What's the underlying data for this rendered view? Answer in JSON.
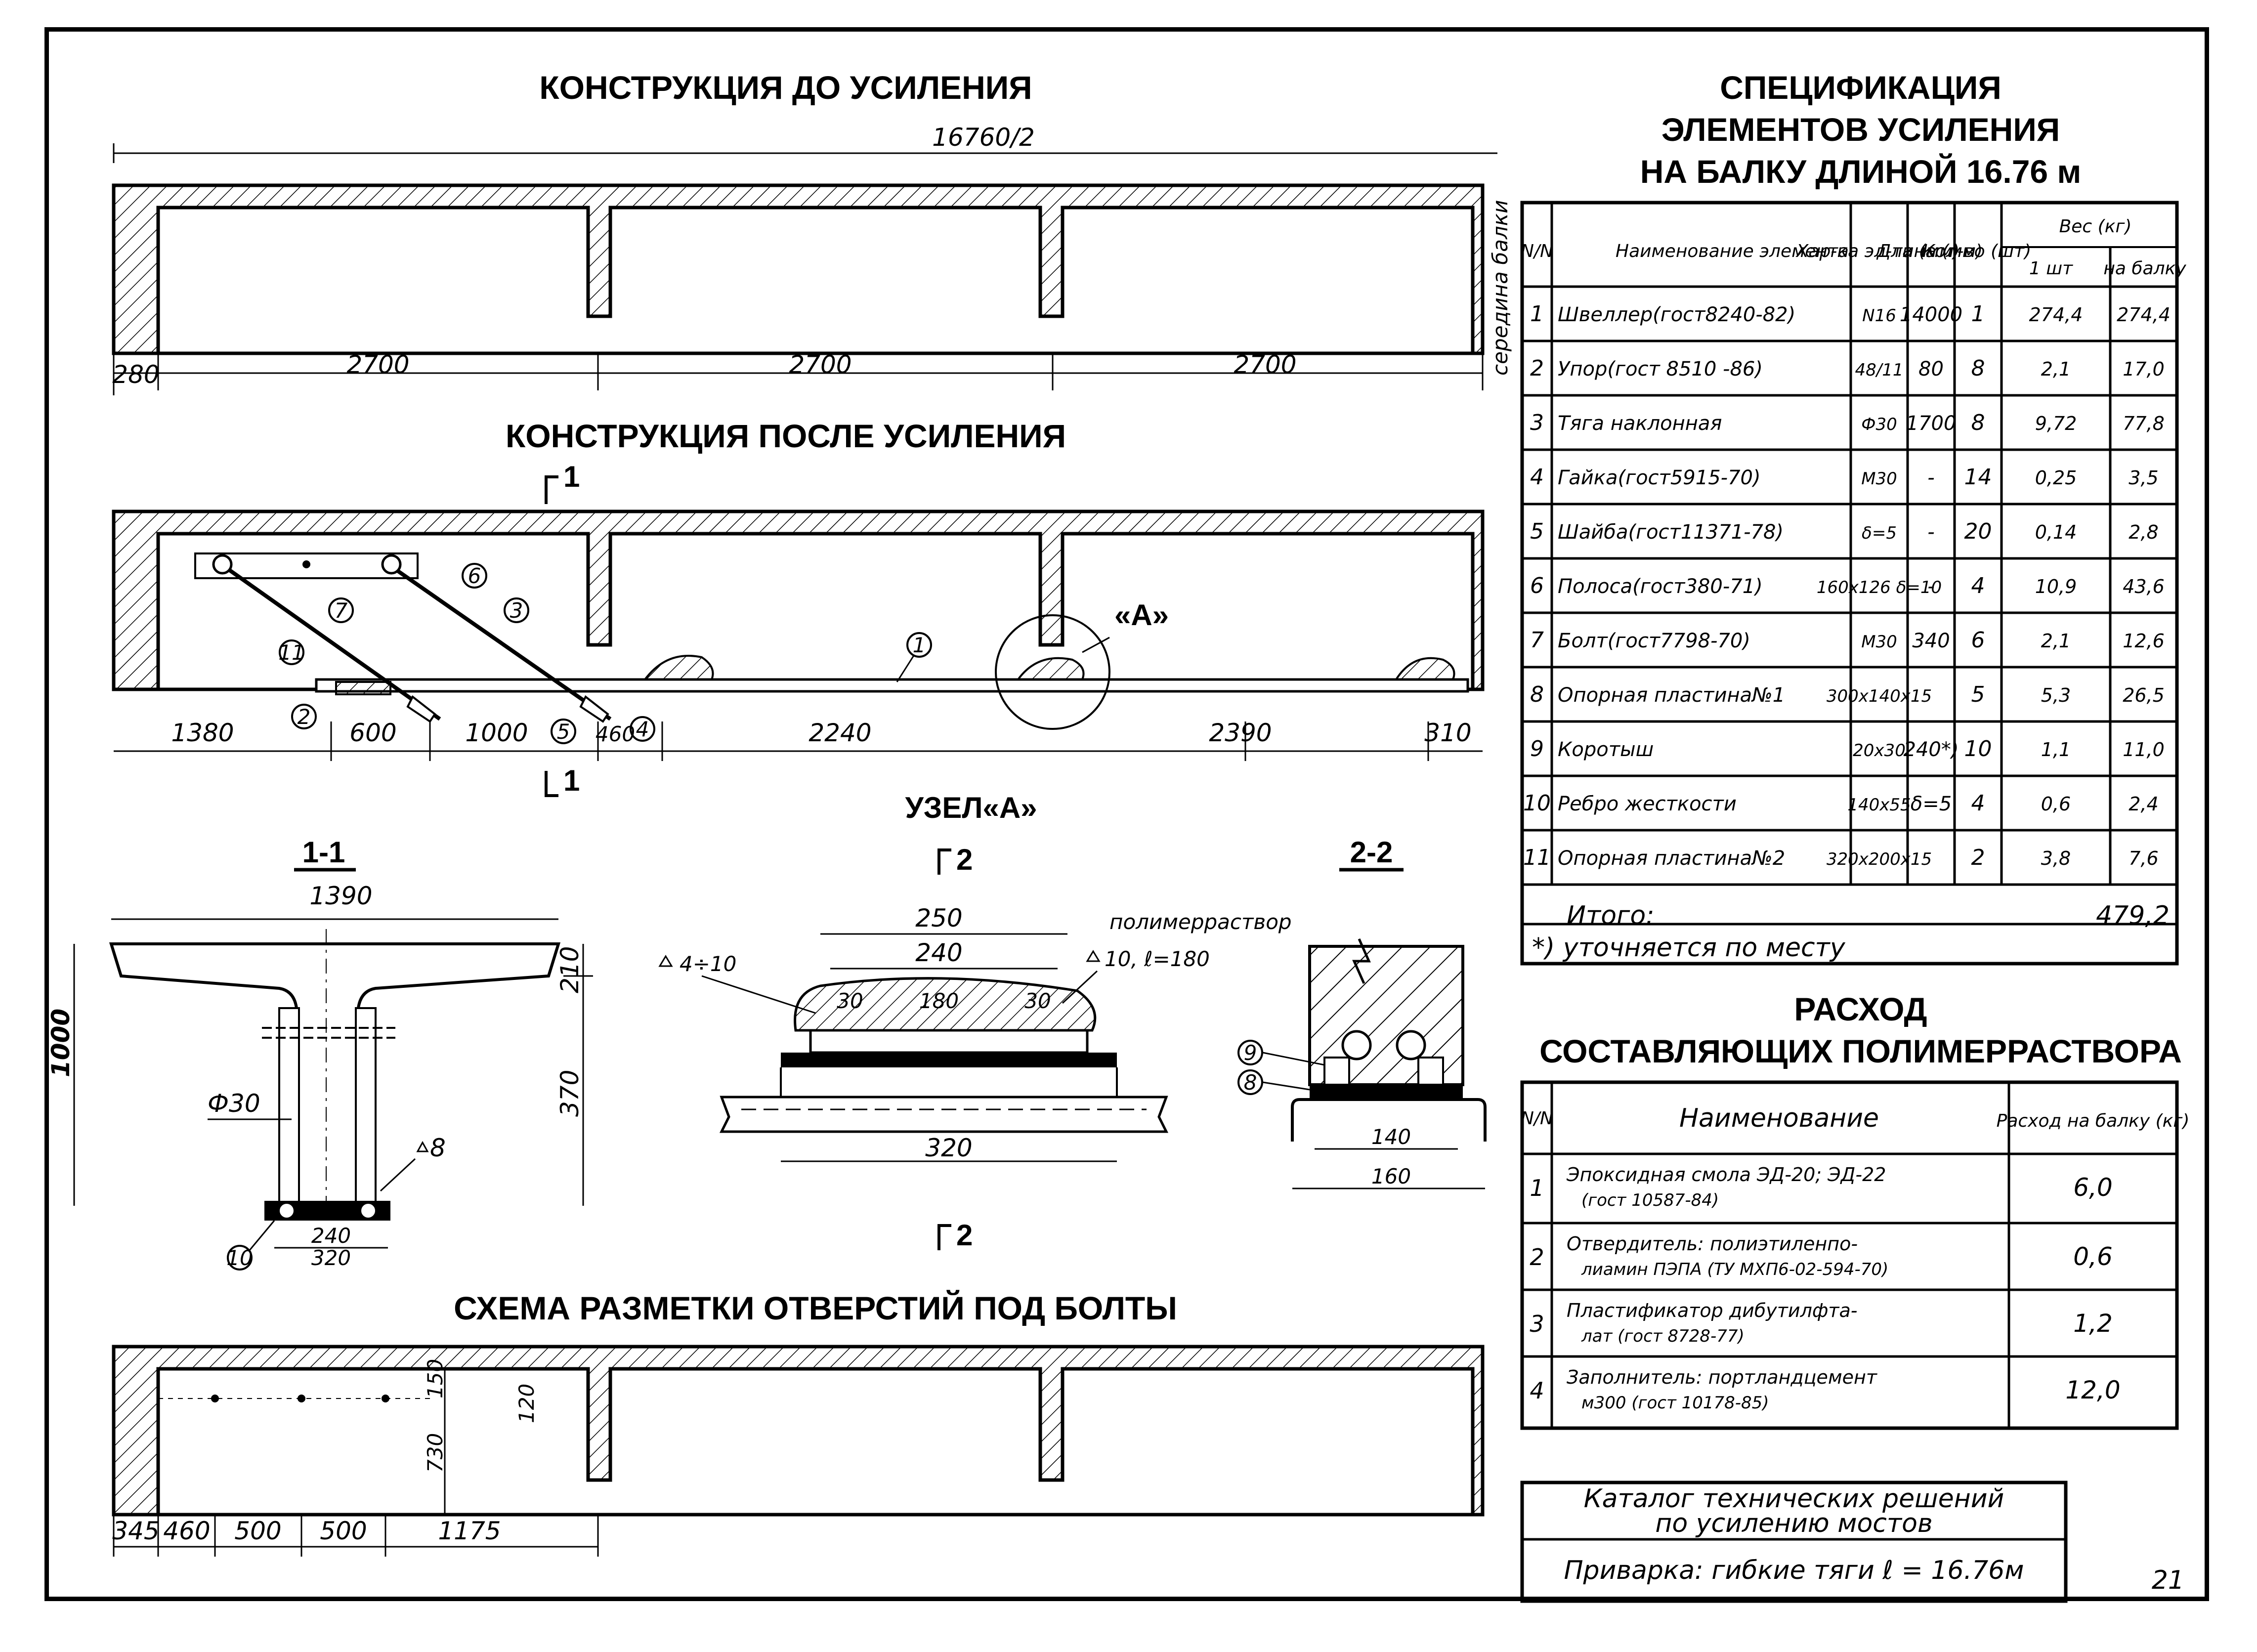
{
  "before": {
    "title": "КОНСТРУКЦИЯ ДО УСИЛЕНИЯ",
    "overall_dim": "16760/2",
    "dims": [
      "280",
      "2700",
      "2700",
      "2700"
    ],
    "mid_label": "середина балки"
  },
  "after": {
    "title": "КОНСТРУКЦИЯ ПОСЛЕ УСИЛЕНИЯ",
    "section_mark": "1",
    "node_label": "«А»",
    "dims": [
      "1380",
      "600",
      "1000",
      "460",
      "2240",
      "2390",
      "310"
    ],
    "callouts": [
      "1",
      "2",
      "3",
      "4",
      "5",
      "6",
      "7",
      "11"
    ]
  },
  "section11": {
    "title": "1-1",
    "width": "1390",
    "height": "1000",
    "flange": "210",
    "web": "370",
    "rod": "Ф30",
    "weld": "8",
    "d240": "240",
    "d320": "320",
    "callout": "10"
  },
  "nodeA": {
    "title": "УЗЕЛ«А»",
    "section_mark": "2",
    "d250": "250",
    "d240": "240",
    "d30a": "30",
    "d180": "180",
    "d30b": "30",
    "d320": "320",
    "weld_left": "4÷10",
    "weld_right": "10, ℓ=180",
    "polymer": "полимерраствор"
  },
  "section22": {
    "title": "2-2",
    "d140": "140",
    "d160": "160",
    "callouts": [
      "9",
      "8"
    ]
  },
  "holes": {
    "title": "СХЕМА   РАЗМЕТКИ ОТВЕРСТИЙ ПОД БОЛТЫ",
    "dims": [
      "345",
      "460",
      "500",
      "500",
      "1175"
    ],
    "vert": [
      "150",
      "120",
      "730"
    ]
  },
  "spec": {
    "title_lines": [
      "СПЕЦИФИКАЦИЯ",
      "ЭЛЕМЕНТОВ УСИЛЕНИЯ",
      "НА БАЛКУ ДЛИНОЙ 16.76 м"
    ],
    "head": {
      "num": "N/N",
      "name": "Наименование элемента",
      "char": "Хар-ка эл-та (мм)",
      "len": "Длина (мм)",
      "qty": "Кол-во (шт)",
      "weight": "Вес (кг)",
      "w1": "1 шт",
      "wb": "на балку"
    },
    "rows": [
      {
        "n": "1",
        "name": "Швеллер(гост8240-82)",
        "char": "N16",
        "len": "14000",
        "qty": "1",
        "w1": "274,4",
        "wb": "274,4"
      },
      {
        "n": "2",
        "name": "Упор(гост 8510 -86)",
        "char": "48/11",
        "len": "80",
        "qty": "8",
        "w1": "2,1",
        "wb": "17,0"
      },
      {
        "n": "3",
        "name": "Тяга наклонная",
        "char": "Ф30",
        "len": "1700",
        "qty": "8",
        "w1": "9,72",
        "wb": "77,8"
      },
      {
        "n": "4",
        "name": "Гайка(гост5915-70)",
        "char": "М30",
        "len": "-",
        "qty": "14",
        "w1": "0,25",
        "wb": "3,5"
      },
      {
        "n": "5",
        "name": "Шайба(гост11371-78)",
        "char": "δ=5",
        "len": "-",
        "qty": "20",
        "w1": "0,14",
        "wb": "2,8"
      },
      {
        "n": "6",
        "name": "Полоса(гост380-71)",
        "char": "160x126 δ=10",
        "len": "-",
        "qty": "4",
        "w1": "10,9",
        "wb": "43,6"
      },
      {
        "n": "7",
        "name": "Болт(гост7798-70)",
        "char": "М30",
        "len": "340",
        "qty": "6",
        "w1": "2,1",
        "wb": "12,6"
      },
      {
        "n": "8",
        "name": "Опорная пластина№1",
        "char": "300x140x15",
        "len": "",
        "qty": "5",
        "w1": "5,3",
        "wb": "26,5"
      },
      {
        "n": "9",
        "name": "Коротыш",
        "char": "20x30",
        "len": "240*)",
        "qty": "10",
        "w1": "1,1",
        "wb": "11,0"
      },
      {
        "n": "10",
        "name": "Ребро жесткости",
        "char": "140x55",
        "len": "δ=5",
        "qty": "4",
        "w1": "0,6",
        "wb": "2,4"
      },
      {
        "n": "11",
        "name": "Опорная пластина№2",
        "char": "320x200x15",
        "len": "",
        "qty": "2",
        "w1": "3,8",
        "wb": "7,6"
      }
    ],
    "total_label": "Итого:",
    "total_value": "479,2",
    "note": "*) уточняется по месту"
  },
  "consumption": {
    "title_lines": [
      "РАСХОД",
      "СОСТАВЛЯЮЩИХ ПОЛИМЕРРАСТВОРА"
    ],
    "head": {
      "num": "N/N",
      "name": "Наименование",
      "rate": "Расход на балку (кг)"
    },
    "rows": [
      {
        "n": "1",
        "l1": "Эпоксидная смола ЭД-20; ЭД-22",
        "l2": "(гост 10587-84)",
        "v": "6,0"
      },
      {
        "n": "2",
        "l1": "Отвердитель: полиэтиленпо-",
        "l2": "лиамин ПЭПА (ТУ МХП6-02-594-70)",
        "v": "0,6"
      },
      {
        "n": "3",
        "l1": "Пластификатор дибутилфта-",
        "l2": "лат (гост 8728-77)",
        "v": "1,2"
      },
      {
        "n": "4",
        "l1": "Заполнитель: портландцемент",
        "l2": "м300 (гост 10178-85)",
        "v": "12,0"
      }
    ]
  },
  "stamp": {
    "line1": "Каталог технических решений",
    "line2": "по усилению мостов",
    "line3": "Приварка: гибкие тяги  ℓ = 16.76м"
  },
  "page_number": "21"
}
